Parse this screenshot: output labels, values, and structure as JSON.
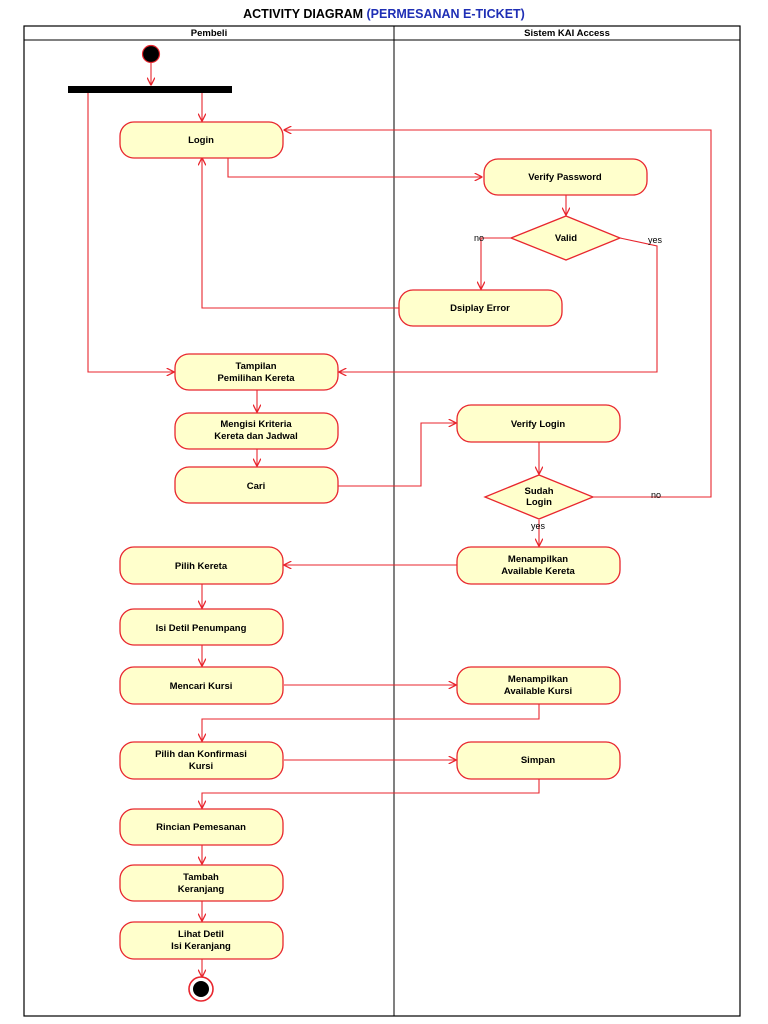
{
  "title": {
    "prefix": "ACTIVITY DIAGRAM ",
    "highlight": "(PERMESANAN E-TICKET)"
  },
  "colors": {
    "accent": "#e8262e",
    "fill": "#ffffcc",
    "title_highlight": "#1f2fb5",
    "border": "#000000"
  },
  "lanes": [
    "Pembeli",
    "Sistem KAI Access"
  ],
  "activities": {
    "login": [
      "Login"
    ],
    "verify_password": [
      "Verify Password"
    ],
    "display_error": [
      "Dsiplay Error"
    ],
    "tampilan_pemilihan": [
      "Tampilan",
      "Pemilihan Kereta"
    ],
    "mengisi_kriteria": [
      "Mengisi Kriteria",
      "Kereta dan Jadwal"
    ],
    "cari": [
      "Cari"
    ],
    "verify_login": [
      "Verify Login"
    ],
    "menampilkan_kereta": [
      "Menampilkan",
      "Available Kereta"
    ],
    "pilih_kereta": [
      "Pilih Kereta"
    ],
    "isi_detil": [
      "Isi Detil Penumpang"
    ],
    "mencari_kursi": [
      "Mencari Kursi"
    ],
    "menampilkan_kursi": [
      "Menampilkan",
      "Available Kursi"
    ],
    "pilih_konfirmasi": [
      "Pilih dan Konfirmasi",
      "Kursi"
    ],
    "simpan": [
      "Simpan"
    ],
    "rincian": [
      "Rincian Pemesanan"
    ],
    "tambah": [
      "Tambah",
      "Keranjang"
    ],
    "lihat_detil": [
      "Lihat Detil",
      "Isi Keranjang"
    ]
  },
  "decisions": {
    "valid": [
      "Valid"
    ],
    "sudah_login": [
      "Sudah",
      "Login"
    ]
  },
  "guards": {
    "valid_no": "no",
    "valid_yes": "yes",
    "login_no": "no",
    "login_yes": "yes"
  }
}
